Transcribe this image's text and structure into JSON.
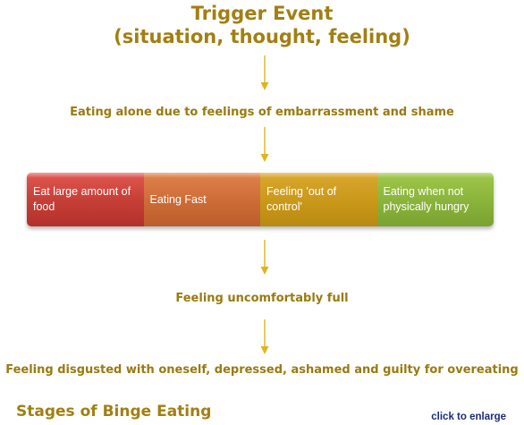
{
  "title": {
    "line1": "Trigger Event",
    "line2": "(situation, thought, feeling)"
  },
  "steps": {
    "step1": "Eating alone due to feelings of embarrassment and shame",
    "step3": "Feeling uncomfortably full",
    "step4": "Feeling disgusted with oneself, depressed, ashamed and guilty for overeating"
  },
  "process_bar": {
    "segments": [
      {
        "label": "Eat large amount of food",
        "color": "#c43e36"
      },
      {
        "label": "Eating Fast",
        "color": "#cc6b36"
      },
      {
        "label": "Feeling 'out of control'",
        "color": "#c99819"
      },
      {
        "label": "Eating when not physically hungry",
        "color": "#89b33a"
      }
    ]
  },
  "caption": "Stages of Binge Eating",
  "enlarge_link": "click to enlarge",
  "colors": {
    "text_olive": "#9a7a10",
    "title_gold": "#a27f12",
    "arrow_gold": "#e0b41c",
    "link_navy": "#1a2d7a"
  },
  "icons": [
    "arrow-down-icon"
  ]
}
